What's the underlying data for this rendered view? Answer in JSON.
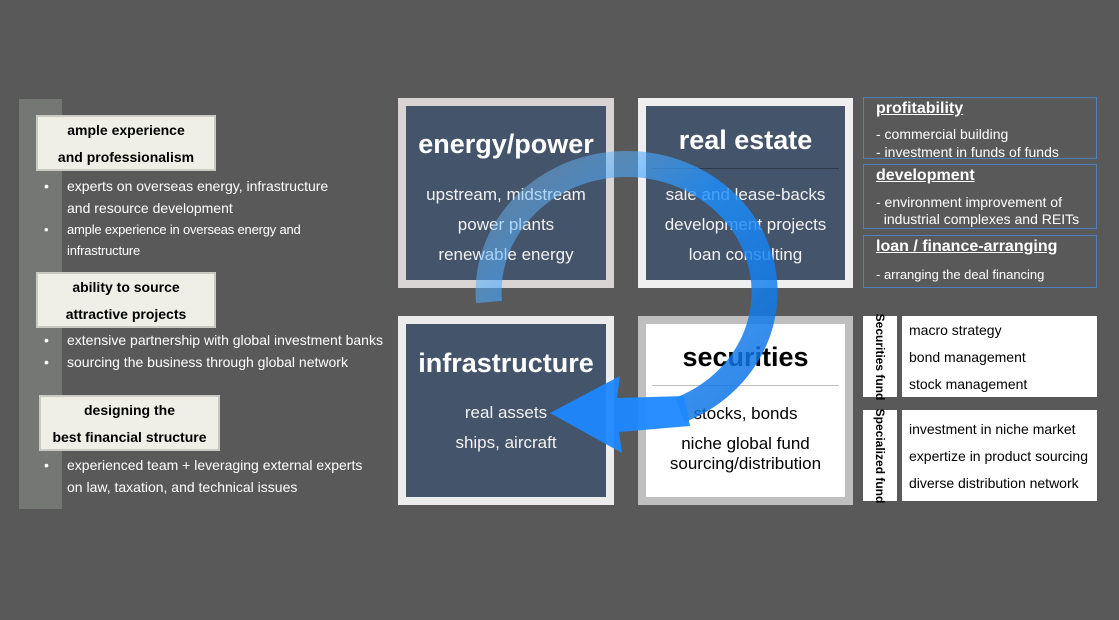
{
  "left_panel": {
    "sections": [
      {
        "title_lines": [
          "ample experience",
          "and professionalism"
        ],
        "bullets": [
          {
            "lines": [
              "experts on overseas energy, infrastructure",
              "and resource development"
            ]
          },
          {
            "lines": [
              "ample experience in overseas energy and",
              "infrastructure"
            ]
          }
        ]
      },
      {
        "title_lines": [
          "ability to source",
          "attractive projects"
        ],
        "bullets": [
          {
            "lines": [
              "extensive partnership with global investment banks"
            ]
          },
          {
            "lines": [
              "sourcing the business through global network"
            ]
          }
        ]
      },
      {
        "title_lines": [
          "designing the",
          "best financial structure"
        ],
        "bullets": [
          {
            "lines": [
              "experienced team + leveraging external experts",
              "on law, taxation, and technical issues"
            ]
          }
        ]
      }
    ]
  },
  "quadrants": {
    "energy": {
      "title": "energy/power",
      "items": [
        "upstream, midstream",
        "power plants",
        "renewable energy"
      ]
    },
    "real_estate": {
      "title": "real estate",
      "items": [
        "sale and lease-backs",
        "development projects",
        "loan consulting"
      ]
    },
    "infrastructure": {
      "title": "infrastructure",
      "items": [
        "real assets",
        "ships, aircraft"
      ]
    },
    "securities": {
      "title": "securities",
      "items": [
        "stocks, bonds",
        "niche global fund",
        "sourcing/distribution"
      ]
    }
  },
  "right_panel": {
    "real_estate_boxes": [
      {
        "heading": "profitability",
        "lines": [
          "- commercial building",
          "- investment in funds of funds"
        ]
      },
      {
        "heading": "development",
        "lines": [
          "- environment improvement of",
          "  industrial complexes and REITs"
        ]
      },
      {
        "heading": "loan / finance-arranging",
        "lines": [
          "- arranging the deal financing"
        ]
      }
    ],
    "funds": [
      {
        "label": "Securities fund",
        "items": [
          "macro strategy",
          "bond management",
          "stock management"
        ]
      },
      {
        "label": "Specialized fund",
        "items": [
          "investment in niche market",
          "expertize in product sourcing",
          "diverse distribution network"
        ]
      }
    ]
  },
  "colors": {
    "background": "#595959",
    "quadrant_fill": "#44546a",
    "accent_blue": "#1e90ff",
    "box_border": "#4f81bd"
  },
  "icons": {
    "cycle_arrow": "circular-arrow-icon"
  }
}
